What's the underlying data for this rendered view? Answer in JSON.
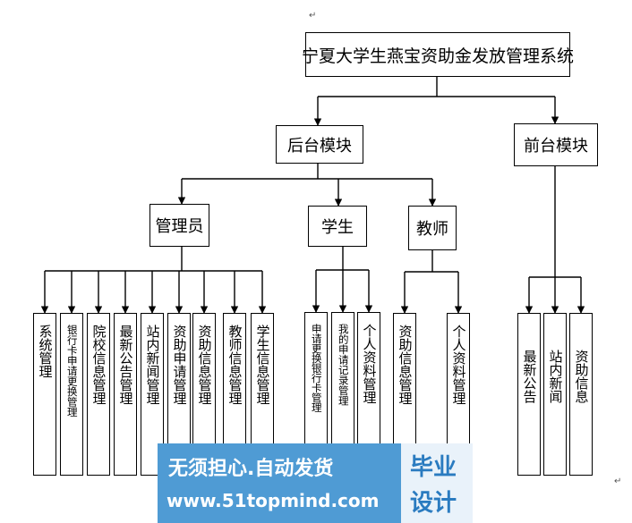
{
  "root": "宁夏大学生燕宝资助金发放管理系统",
  "backend": "后台模块",
  "frontend": "前台模块",
  "roles": {
    "admin": "管理员",
    "student": "学生",
    "teacher": "教师"
  },
  "admin_items": [
    "系统管理",
    "银行卡申请更换管理",
    "院校信息管理",
    "最新公告管理",
    "站内新闻管理",
    "资助申请管理",
    "资助信息管理",
    "教师信息管理",
    "学生信息管理"
  ],
  "student_items": [
    "申请更换银行卡管理",
    "我的申请记录管理",
    "个人资料管理"
  ],
  "teacher_items": [
    "资助信息管理",
    "个人资料管理"
  ],
  "front_items": [
    "最新公告",
    "站内新闻",
    "资助信息"
  ],
  "watermark": {
    "line1": "无须担心.自动发货",
    "line2": "www.51topmind.com",
    "badge_top": "毕业",
    "badge_bottom": "设计"
  },
  "paragraph_mark": "↵"
}
